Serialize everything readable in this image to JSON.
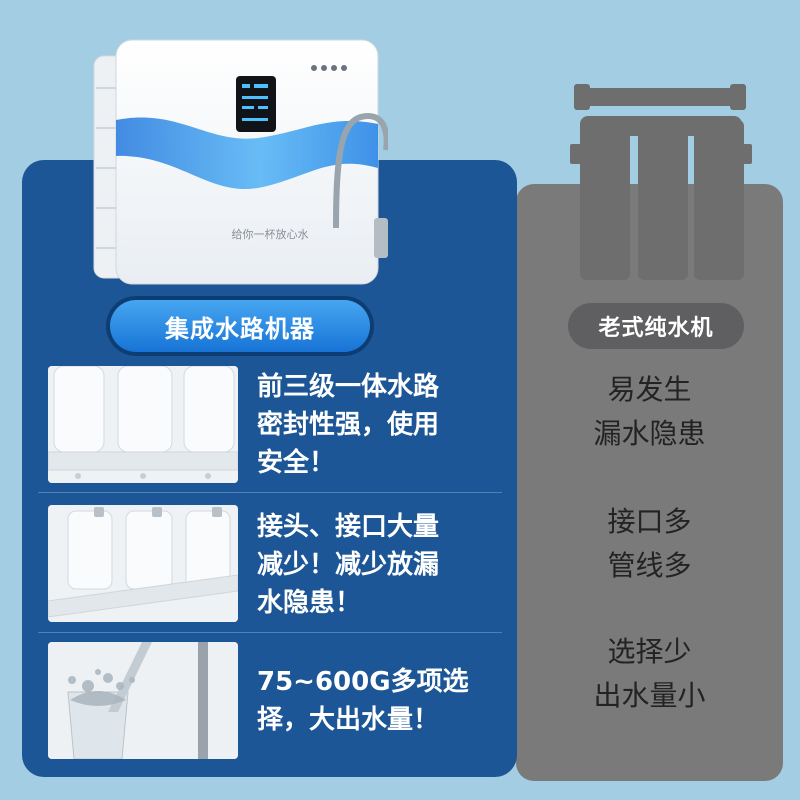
{
  "colors": {
    "background": "#a3cde2",
    "new_card": "#1c5696",
    "old_card": "#7b7a7b",
    "pill_blue": "#1774d6",
    "pill_grey": "#5f5e60"
  },
  "product": {
    "slogan": "给你一杯放心水"
  },
  "new_machine": {
    "title": "集成水路机器",
    "features": [
      {
        "text": "前三级一体水路\n密封性强，使用\n安全！",
        "image": "integrated-pipe-image"
      },
      {
        "text": "接头、接口大量\n减少！减少放漏\n水隐患！",
        "image": "connector-image"
      },
      {
        "text": "75~600G多项选\n择，大出水量！",
        "image": "water-splash-image"
      }
    ]
  },
  "old_machine": {
    "title": "老式纯水机",
    "points": [
      "易发生\n漏水隐患",
      "接口多\n管线多",
      "选择少\n出水量小"
    ]
  }
}
